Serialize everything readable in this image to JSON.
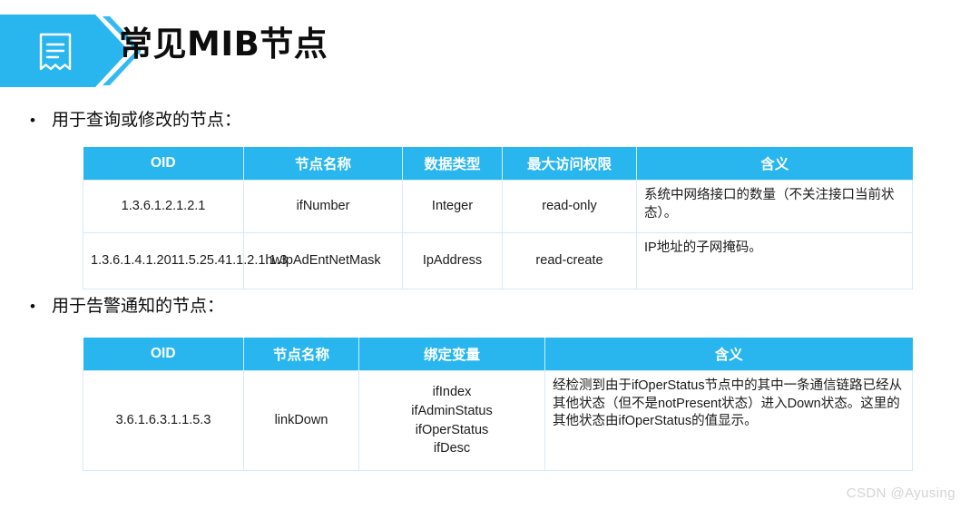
{
  "header": {
    "title": "常见MIB节点",
    "icon": "document-list-icon",
    "accent_color": "#29b6ef"
  },
  "sections": [
    {
      "bullet_marker": "•",
      "label": "用于查询或修改的节点："
    },
    {
      "bullet_marker": "•",
      "label": "用于告警通知的节点："
    }
  ],
  "table_query": {
    "headers": [
      "OID",
      "节点名称",
      "数据类型",
      "最大访问权限",
      "含义"
    ],
    "rows": [
      {
        "oid": "1.3.6.1.2.1.2.1",
        "node_name": "ifNumber",
        "data_type": "Integer",
        "max_access": "read-only",
        "meaning": "系统中网络接口的数量（不关注接口当前状态）。"
      },
      {
        "oid": "1.3.6.1.4.1.2011.5.25.41.1.2.1.1.3",
        "node_name": "hwIpAdEntNetMask",
        "data_type": "IpAddress",
        "max_access": "read-create",
        "meaning": "IP地址的子网掩码。"
      }
    ]
  },
  "table_trap": {
    "headers": [
      "OID",
      "节点名称",
      "绑定变量",
      "含义"
    ],
    "rows": [
      {
        "oid": "3.6.1.6.3.1.1.5.3",
        "node_name": "linkDown",
        "bind_variables": "ifIndex\nifAdminStatus\nifOperStatus\nifDesc",
        "meaning": "经检测到由于ifOperStatus节点中的其中一条通信链路已经从其他状态（但不是notPresent状态）进入Down状态。这里的其他状态由ifOperStatus的值显示。"
      }
    ]
  },
  "watermark": {
    "text": "CSDN @Ayusing"
  }
}
